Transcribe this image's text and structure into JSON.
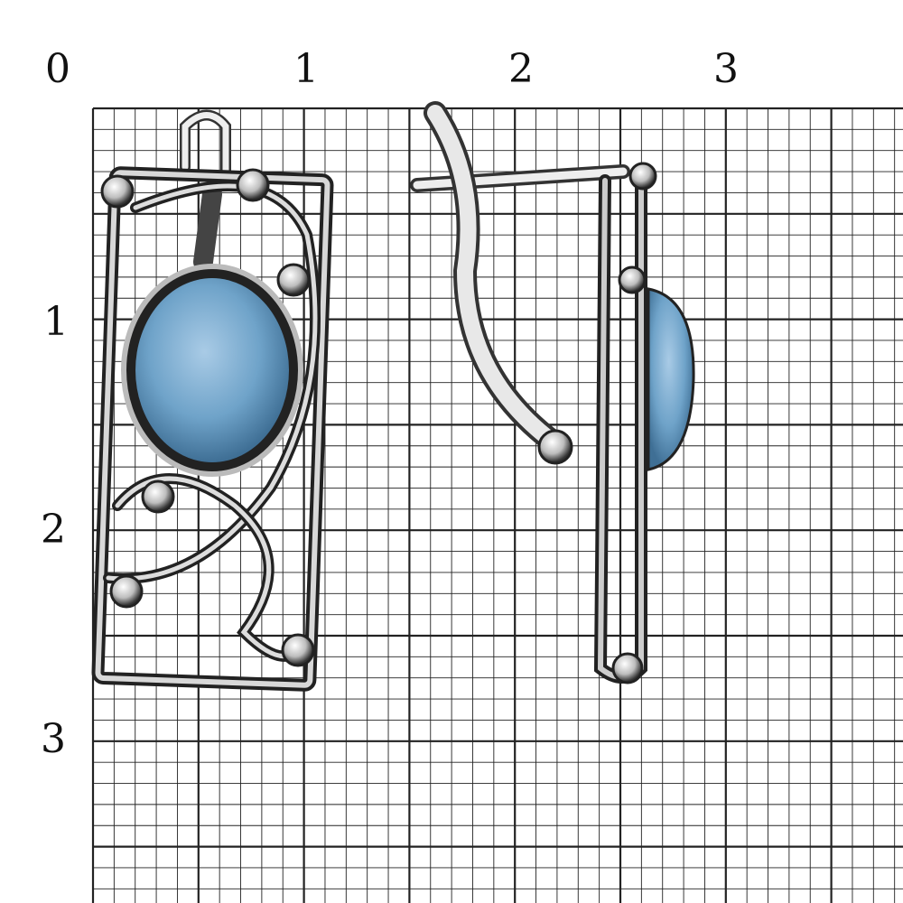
{
  "ruler": {
    "x_labels": [
      "0",
      "1",
      "2",
      "3"
    ],
    "y_labels": [
      "1",
      "2",
      "3"
    ]
  },
  "colors": {
    "grid": "#222222",
    "stone": "#6fa3c9",
    "metal": "#c9c9c9",
    "metal_dark": "#2a2a2a"
  }
}
